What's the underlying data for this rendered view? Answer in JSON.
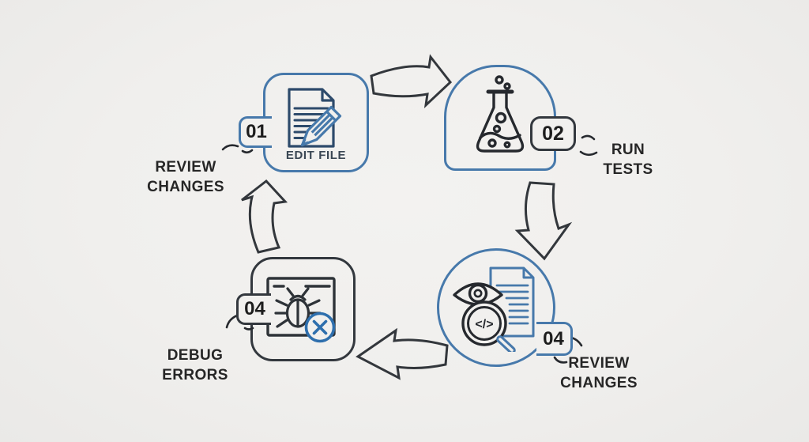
{
  "diagram": {
    "type": "cycle-flowchart",
    "steps": [
      {
        "id": "edit-file",
        "number": "01",
        "box_label": "EDIT FILE",
        "outside_label_line1": "REVIEW",
        "outside_label_line2": "CHANGES",
        "icon": "document-pencil-icon",
        "node_shape": "rounded-square",
        "node_border_color": "#4779ab"
      },
      {
        "id": "run-tests",
        "number": "02",
        "outside_label_line1": "RUN",
        "outside_label_line2": "TESTS",
        "icon": "flask-icon",
        "node_shape": "arch",
        "node_border_color": "#4779ab"
      },
      {
        "id": "review-changes",
        "number": "04",
        "outside_label_line1": "REVIEW",
        "outside_label_line2": "CHANGES",
        "icon": "code-review-magnifier-icon",
        "icon_code_text": "</>",
        "node_shape": "circle",
        "node_border_color": "#4779ab"
      },
      {
        "id": "debug-errors",
        "number": "04",
        "outside_label_line1": "DEBUG",
        "outside_label_line2": "ERRORS",
        "icon": "bug-error-icon",
        "node_shape": "rounded-square",
        "node_border_color": "#33383e"
      }
    ],
    "arrows": [
      "arrow-top-right",
      "arrow-right-down",
      "arrow-bottom-left",
      "arrow-left-up"
    ],
    "decorations": [
      "motion-dashes-near-01",
      "motion-dashes-near-02",
      "motion-dashes-near-04-br",
      "motion-dashes-near-04-bl"
    ],
    "colors": {
      "accent_blue": "#4779ab",
      "dark_stroke": "#33383e",
      "icon_navy": "#2d4a6b",
      "error_x_blue": "#2e6fad",
      "background": "#f0efed",
      "text": "#262626"
    }
  }
}
